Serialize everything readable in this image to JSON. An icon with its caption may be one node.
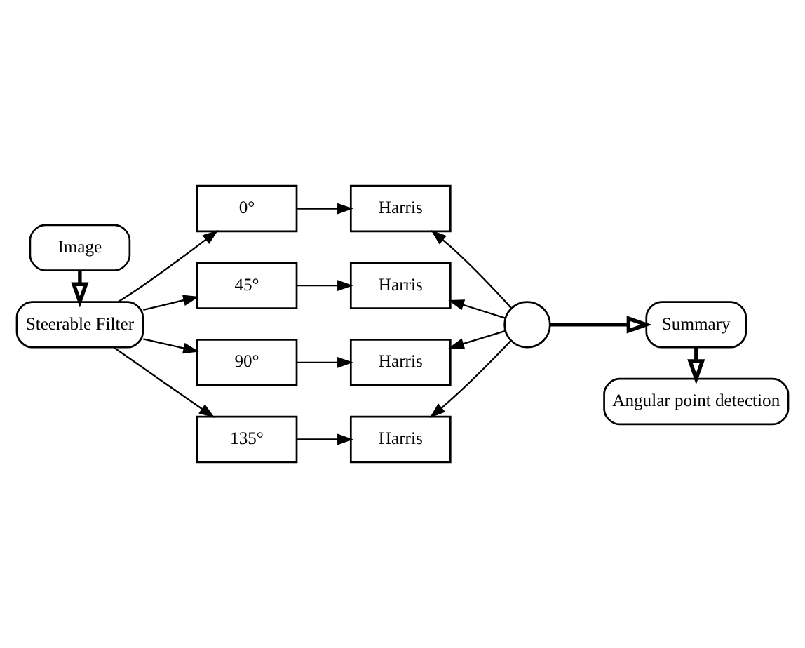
{
  "diagram": {
    "nodes": [
      {
        "text": [
          "Image"
        ]
      },
      {
        "text": [
          "Steerable Filter"
        ]
      },
      {
        "text": [
          "0°"
        ]
      },
      {
        "text": [
          "45°"
        ]
      },
      {
        "text": [
          "90°"
        ]
      },
      {
        "text": [
          "135°"
        ]
      },
      {
        "text": [
          "Harris"
        ]
      },
      {
        "text": [
          "Harris"
        ]
      },
      {
        "text": [
          "Harris"
        ]
      },
      {
        "text": [
          "Harris"
        ]
      },
      {
        "text": [],
        "shape": "circle"
      },
      {
        "text": [
          "Summary"
        ]
      },
      {
        "text": [
          "Angular point detection"
        ]
      }
    ],
    "edges": [
      {
        "from": 0,
        "to": 1,
        "arrow": "to",
        "style": "thick"
      },
      {
        "from": 1,
        "to": 2,
        "arrow": "to"
      },
      {
        "from": 1,
        "to": 3,
        "arrow": "to"
      },
      {
        "from": 1,
        "to": 4,
        "arrow": "to"
      },
      {
        "from": 1,
        "to": 5,
        "arrow": "to"
      },
      {
        "from": 2,
        "to": 6,
        "arrow": "to"
      },
      {
        "from": 3,
        "to": 7,
        "arrow": "to"
      },
      {
        "from": 4,
        "to": 8,
        "arrow": "to"
      },
      {
        "from": 5,
        "to": 9,
        "arrow": "to"
      },
      {
        "from": 10,
        "to": 6,
        "arrow": "to"
      },
      {
        "from": 10,
        "to": 7,
        "arrow": "to"
      },
      {
        "from": 10,
        "to": 8,
        "arrow": "to"
      },
      {
        "from": 10,
        "to": 9,
        "arrow": "to"
      },
      {
        "from": 10,
        "to": 11,
        "arrow": "to",
        "style": "thick"
      },
      {
        "from": 11,
        "to": 12,
        "arrow": "to",
        "style": "thick"
      }
    ]
  }
}
